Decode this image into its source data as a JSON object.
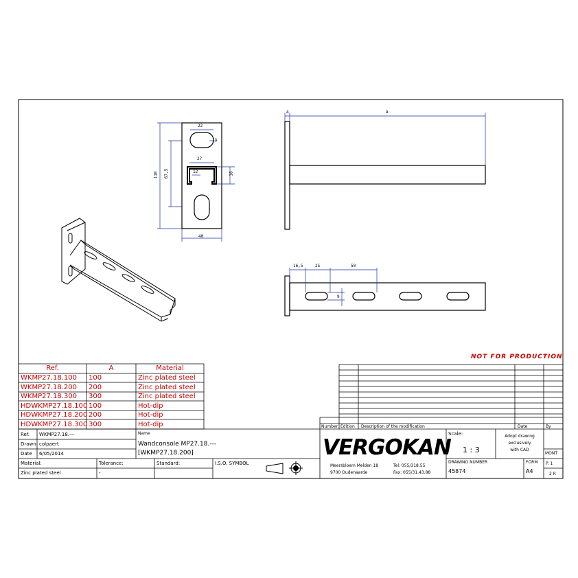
{
  "notice": "NOT FOR PRODUCTION",
  "ref_table": {
    "headers": [
      "Ref.",
      "A",
      "Material"
    ],
    "rows": [
      [
        "WKMP27.18.100",
        "100",
        "Zinc plated steel"
      ],
      [
        "WKMP27.18.200",
        "200",
        "Zinc plated steel"
      ],
      [
        "WKMP27.18.300",
        "300",
        "Zinc plated steel"
      ],
      [
        "HDWKMP27.18.100",
        "100",
        "Hot-dip"
      ],
      [
        "HDWKMP27.18.200",
        "200",
        "Hot-dip"
      ],
      [
        "HDWKMP27.18.300",
        "300",
        "Hot-dip"
      ]
    ]
  },
  "dimensions": {
    "front_top_width": "22",
    "front_slot_height": "13",
    "front_channel_width": "27",
    "front_channel_inner": "12",
    "front_channel_height": "18",
    "front_offset": "67,5",
    "front_total_height": "110",
    "front_bottom_width": "40",
    "side_thickness": "4",
    "side_length": "A",
    "plan_first": "16,5",
    "plan_second": "25",
    "plan_pitch": "50",
    "plan_slot": "9"
  },
  "revision": {
    "number_label": "Number",
    "edition_label": "Edition",
    "description_label": "Description of the modification",
    "date_label": "Date",
    "by_label": "By"
  },
  "title_block": {
    "ref_label": "Ref.",
    "ref_value": "WKMP27.18.---",
    "drawn_label": "Drawn",
    "drawn_value": "colpaert",
    "date_label": "Date",
    "date_value": "6/05/2014",
    "name_label": "Name",
    "name_line1": "Wandconsole MP27.18.---",
    "name_line2": "[WKMP27.18.200]",
    "material_label": "Material:",
    "material_value": "Zinc plated steel",
    "tolerance_label": "Tolerance:",
    "tolerance_value": "-",
    "standard_label": "Standard:",
    "iso_label": "I.S.O. SYMBOL",
    "logo_text": "VERGOKAN",
    "address_line1": "Meersbloem Melden 18",
    "address_line2": "9700 Oudenaarde",
    "tel": "Tel: 055/318.55",
    "fax": "Fax: 055/31.43.88",
    "scale_label": "Scale:",
    "scale_value": "1 : 3",
    "adopt_note": [
      "Adopt drawing",
      "exclusively",
      "with CAD"
    ],
    "drawing_number_label": "DRAWING NUMBER",
    "drawing_number": "45874",
    "form_label": "FORM",
    "form_value": "A4",
    "mont_label": "MONT",
    "page": "P. 1",
    "pages": "2 P."
  }
}
